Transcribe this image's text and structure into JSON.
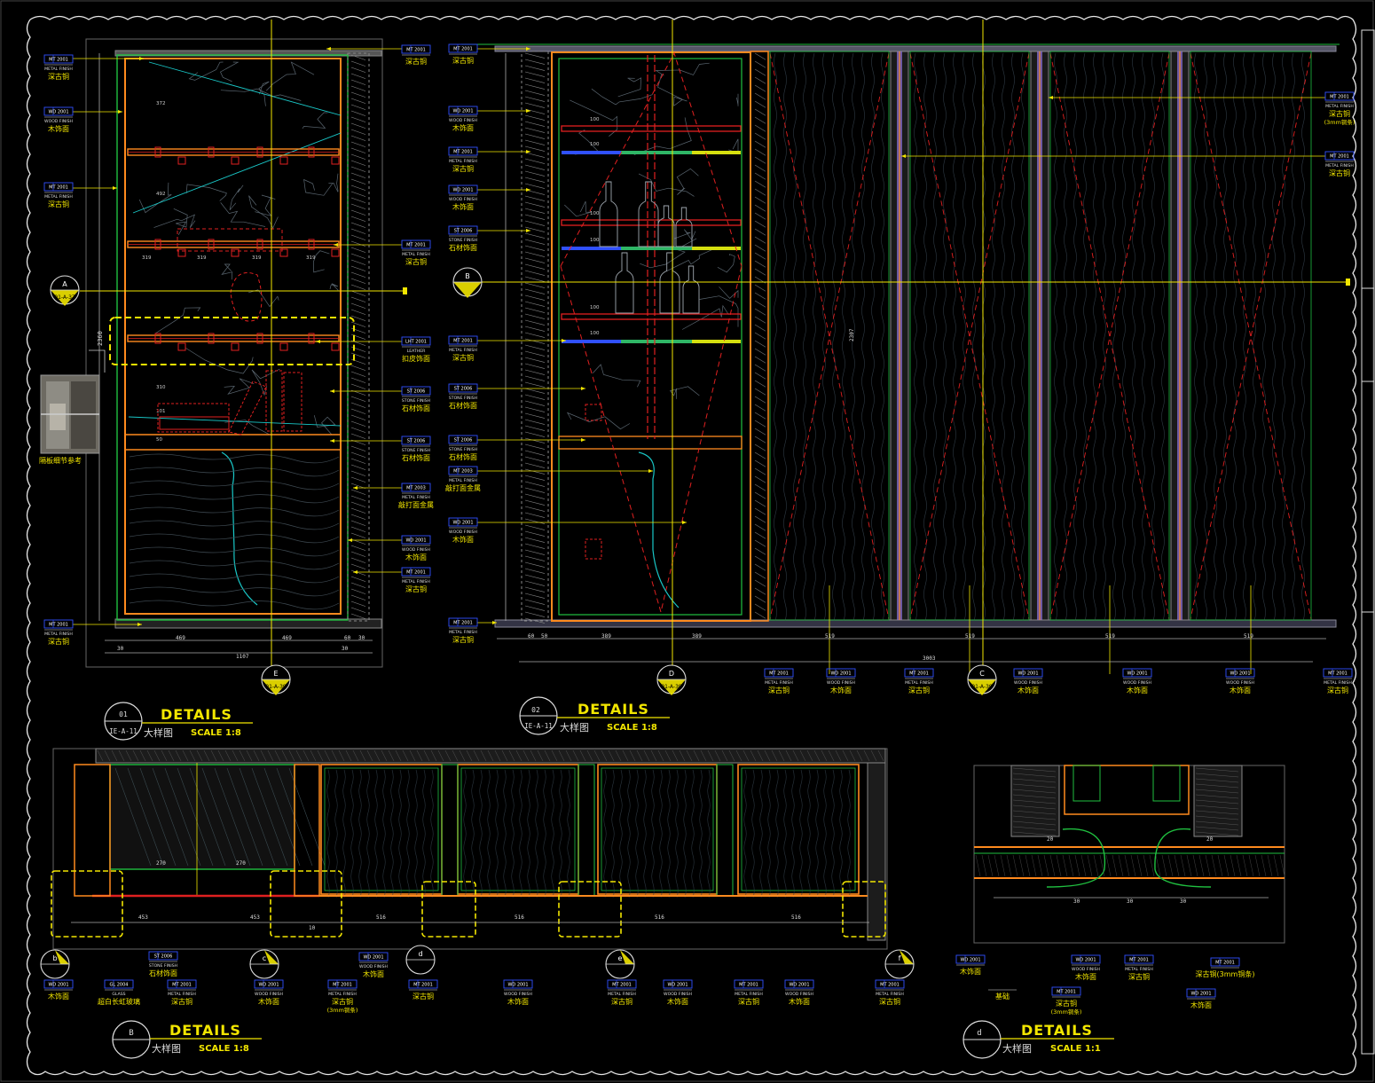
{
  "colors": {
    "background": "#000000",
    "frame": "#e8e8e8",
    "yellow": "#f2e600",
    "orange": "#ff8a1e",
    "red": "#e02020",
    "green": "#20c040",
    "cyan": "#19c7c7",
    "blue": "#3050ff",
    "gray": "#7a7a7a",
    "white": "#ffffff"
  },
  "panels": {
    "d1": {
      "title": "DETAILS",
      "number": "01",
      "ref": "IE-A-11",
      "subtitle_cn": "大样图",
      "scale": "SCALE  1:8",
      "bottom_dims": [
        "30",
        "469",
        "469",
        "60",
        "30",
        "30"
      ],
      "total_dim": "1107",
      "side_dim": "2360",
      "photo_caption": "隔板细节参考"
    },
    "d2": {
      "title": "DETAILS",
      "number": "02",
      "ref": "IE-A-11",
      "subtitle_cn": "大样图",
      "scale": "SCALE  1:8",
      "bottom_dims": [
        "60",
        "50",
        "389",
        "389",
        "519",
        "519",
        "519",
        "519"
      ],
      "total_dim": "3003",
      "height_dim": "2307"
    },
    "b": {
      "title": "DETAILS",
      "number": "B",
      "subtitle_cn": "大样图",
      "scale": "SCALE  1:8",
      "dims": [
        "270",
        "270",
        "453",
        "453",
        "516",
        "516",
        "516",
        "516",
        "10"
      ]
    },
    "dd": {
      "title": "DETAILS",
      "number": "d",
      "subtitle_cn": "大样图",
      "scale": "SCALE  1:1",
      "dims": [
        "20",
        "20",
        "30",
        "30",
        "30"
      ]
    }
  },
  "markers": [
    {
      "letter": "A",
      "ref": "01-A-37"
    },
    {
      "letter": "B",
      "ref": ""
    },
    {
      "letter": "E",
      "ref": "01-A-39"
    },
    {
      "letter": "D",
      "ref": "01-A-39"
    },
    {
      "letter": "C",
      "ref": "01-A-39"
    },
    {
      "letter": "b",
      "ref": "01-A-37"
    },
    {
      "letter": "c",
      "ref": "01-A-37"
    },
    {
      "letter": "d",
      "ref": ""
    },
    {
      "letter": "e",
      "ref": "01-A-39"
    },
    {
      "letter": "f",
      "ref": "01-A-39"
    }
  ],
  "tags": {
    "d1_left": [
      {
        "code": "MT 2001",
        "type": "METAL FINISH",
        "cn": "深古铜"
      },
      {
        "code": "WD 2001",
        "type": "WOOD FINISH",
        "cn": "木饰面"
      },
      {
        "code": "MT 2001",
        "type": "METAL FINISH",
        "cn": "深古铜"
      },
      {
        "code": "MT 2001",
        "type": "METAL FINISH",
        "cn": "深古铜"
      }
    ],
    "d1_right": [
      {
        "code": "MT 2001",
        "type": "",
        "cn": "深古铜"
      },
      {
        "code": "MT 2001",
        "type": "METAL FINISH",
        "cn": "深古铜"
      },
      {
        "code": "LHT 2001",
        "type": "LEATHER",
        "cn": "扣皮饰面"
      },
      {
        "code": "ST 2006",
        "type": "STONE FINISH",
        "cn": "石材饰面"
      },
      {
        "code": "ST 2006",
        "type": "STONE FINISH",
        "cn": "石材饰面"
      },
      {
        "code": "MT 2003",
        "type": "METAL FINISH",
        "cn": "敲打面金属"
      },
      {
        "code": "WD 2001",
        "type": "WOOD FINISH",
        "cn": "木饰面"
      },
      {
        "code": "MT 2001",
        "type": "METAL FINISH",
        "cn": "深古铜"
      }
    ],
    "d2_left": [
      {
        "code": "MT 2001",
        "type": "",
        "cn": "深古铜"
      },
      {
        "code": "WD 2001",
        "type": "WOOD FINISH",
        "cn": "木饰面"
      },
      {
        "code": "MT 2001",
        "type": "METAL FINISH",
        "cn": "深古铜"
      },
      {
        "code": "WD 2001",
        "type": "WOOD FINISH",
        "cn": "木饰面"
      },
      {
        "code": "ST 2006",
        "type": "STONE FINISH",
        "cn": "石材饰面"
      },
      {
        "code": "MT 2001",
        "type": "METAL FINISH",
        "cn": "深古铜"
      },
      {
        "code": "ST 2006",
        "type": "STONE FINISH",
        "cn": "石材饰面"
      },
      {
        "code": "ST 2006",
        "type": "STONE FINISH",
        "cn": "石材饰面"
      },
      {
        "code": "MT 2003",
        "type": "METAL FINISH",
        "cn": "敲打面金属"
      },
      {
        "code": "WD 2001",
        "type": "WOOD FINISH",
        "cn": "木饰面"
      },
      {
        "code": "MT 2001",
        "type": "METAL FINISH",
        "cn": "深古铜"
      }
    ],
    "d2_right": [
      {
        "code": "MT 2001",
        "type": "METAL FINISH",
        "cn": "深古铜",
        "note": "(3mm铜条)"
      },
      {
        "code": "MT 2001",
        "type": "METAL FINISH",
        "cn": "深古铜"
      }
    ],
    "d2_bottom": [
      {
        "code": "MT 2001",
        "type": "METAL FINISH",
        "cn": "深古铜"
      },
      {
        "code": "WD 2001",
        "type": "WOOD FINISH",
        "cn": "木饰面"
      },
      {
        "code": "MT 2001",
        "type": "METAL FINISH",
        "cn": "深古铜"
      },
      {
        "code": "WD 2001",
        "type": "WOOD FINISH",
        "cn": "木饰面"
      },
      {
        "code": "WD 2001",
        "type": "WOOD FINISH",
        "cn": "木饰面"
      },
      {
        "code": "WD 2001",
        "type": "WOOD FINISH",
        "cn": "木饰面"
      },
      {
        "code": "MT 2001",
        "type": "METAL FINISH",
        "cn": "深古铜"
      }
    ],
    "b_bottom": [
      {
        "code": "WD 2001",
        "type": "",
        "cn": "木饰面"
      },
      {
        "code": "GL 2004",
        "type": "GLASS",
        "cn": "超白长虹玻璃"
      },
      {
        "code": "ST 2006",
        "type": "STONE FINISH",
        "cn": "石材饰面"
      },
      {
        "code": "MT 2001",
        "type": "METAL FINISH",
        "cn": "深古铜"
      },
      {
        "code": "WD 2001",
        "type": "WOOD FINISH",
        "cn": "木饰面"
      },
      {
        "code": "MT 2001",
        "type": "METAL FINISH",
        "cn": "深古铜",
        "note": "(3mm铜条)"
      },
      {
        "code": "WD 2001",
        "type": "WOOD FINISH",
        "cn": "木饰面"
      },
      {
        "code": "MT 2001",
        "type": "",
        "cn": "深古铜"
      },
      {
        "code": "WD 2001",
        "type": "WOOD FINISH",
        "cn": "木饰面"
      },
      {
        "code": "MT 2001",
        "type": "METAL FINISH",
        "cn": "深古铜"
      },
      {
        "code": "WD 2001",
        "type": "WOOD FINISH",
        "cn": "木饰面"
      },
      {
        "code": "MT 2001",
        "type": "METAL FINISH",
        "cn": "深古铜"
      },
      {
        "code": "WD 2001",
        "type": "WOOD FINISH",
        "cn": "木饰面"
      },
      {
        "code": "MT 2001",
        "type": "METAL FINISH",
        "cn": "深古铜"
      }
    ],
    "dd_bottom": [
      {
        "code": "WD 2001",
        "type": "",
        "cn": "木饰面"
      },
      {
        "code": "",
        "type": "",
        "cn": "基础"
      },
      {
        "code": "WD 2001",
        "type": "WOOD FINISH",
        "cn": "木饰面"
      },
      {
        "code": "MT 2001",
        "type": "",
        "cn": "深古铜",
        "note": "(3mm铜条)"
      },
      {
        "code": "MT 2001",
        "type": "METAL FINISH",
        "cn": "深古铜"
      },
      {
        "code": "MT 2001",
        "type": "",
        "cn": "深古铜(3mm铜条)"
      },
      {
        "code": "WD 2001",
        "type": "",
        "cn": "木饰面"
      }
    ]
  }
}
